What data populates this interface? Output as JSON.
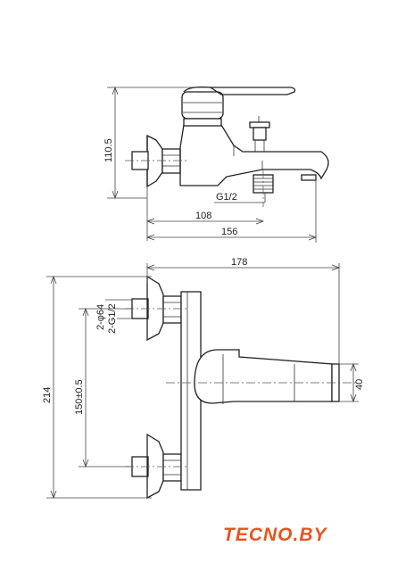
{
  "dimensions": {
    "top_height": "110.5",
    "thread": "G1/2",
    "center_to_outlet": "108",
    "total_length": "156",
    "overall_width": "178",
    "mount_hole": "2-φ64",
    "mount_thread": "2-G1/2",
    "total_height": "214",
    "center_distance": "150±0.5",
    "spout_height": "40"
  },
  "brand": {
    "logo_text": "TECNO.BY",
    "color": "#e8531f"
  }
}
